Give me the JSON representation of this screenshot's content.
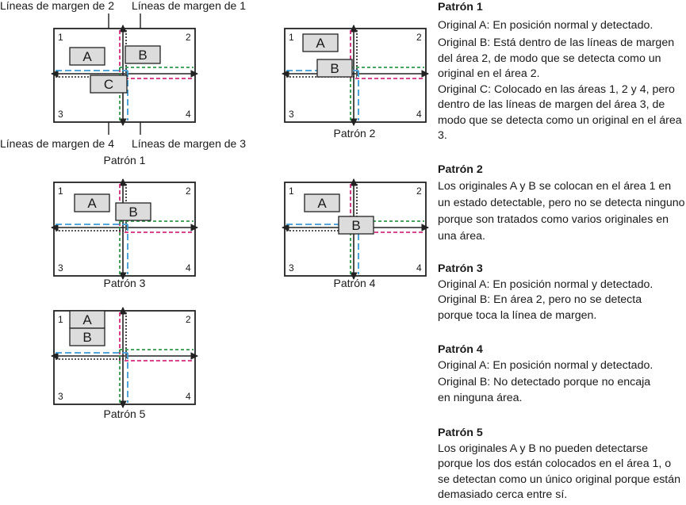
{
  "labels": {
    "margin_lines_1": "Líneas de margen de 1",
    "margin_lines_2": "Líneas de margen de 2",
    "margin_lines_3": "Líneas de margen de 3",
    "margin_lines_4": "Líneas de margen de 4"
  },
  "area_numbers": [
    "1",
    "2",
    "3",
    "4"
  ],
  "originals": {
    "a": "A",
    "b": "B",
    "c": "C"
  },
  "patterns": {
    "p1": {
      "caption": "Patrón 1",
      "title": "Patrón 1",
      "lines": [
        "Original A: En posición normal y detectado.",
        "Original B: Está dentro de las líneas de margen del área 2, de modo que se detecta como un original en el área 2.",
        "Original C: Colocado en las áreas 1, 2 y 4, pero dentro de las líneas de margen del área 3, de modo que se detecta como un original en el área 3."
      ]
    },
    "p2": {
      "caption": "Patrón 2",
      "title": "Patrón 2",
      "lines": [
        "Los originales A y B se colocan en el área 1 en un estado detectable, pero no se detecta ninguno porque son tratados como varios originales en una área."
      ]
    },
    "p3": {
      "caption": "Patrón 3",
      "title": "Patrón 3",
      "lines": [
        "Original A: En posición normal y detectado.",
        "Original B: En área 2, pero no se detecta porque toca la línea de margen."
      ]
    },
    "p4": {
      "caption": "Patrón 4",
      "title": "Patrón 4",
      "lines": [
        "Original A: En posición normal y detectado.",
        "Original B: No detectado porque no encaja en ninguna área."
      ]
    },
    "p5": {
      "caption": "Patrón 5",
      "title": "Patrón 5",
      "lines": [
        "Los originales A y B no pueden detectarse porque los dos están colocados en el área 1, o se detectan como un único original porque están demasiado cerca entre sí."
      ]
    }
  },
  "colors": {
    "frame": "#222222",
    "margin_1": "#d42a7a",
    "margin_2": "#3a9ad4",
    "margin_3": "#2f9a4a",
    "margin_4": "#222222",
    "original_fill": "#dcdcdc"
  }
}
